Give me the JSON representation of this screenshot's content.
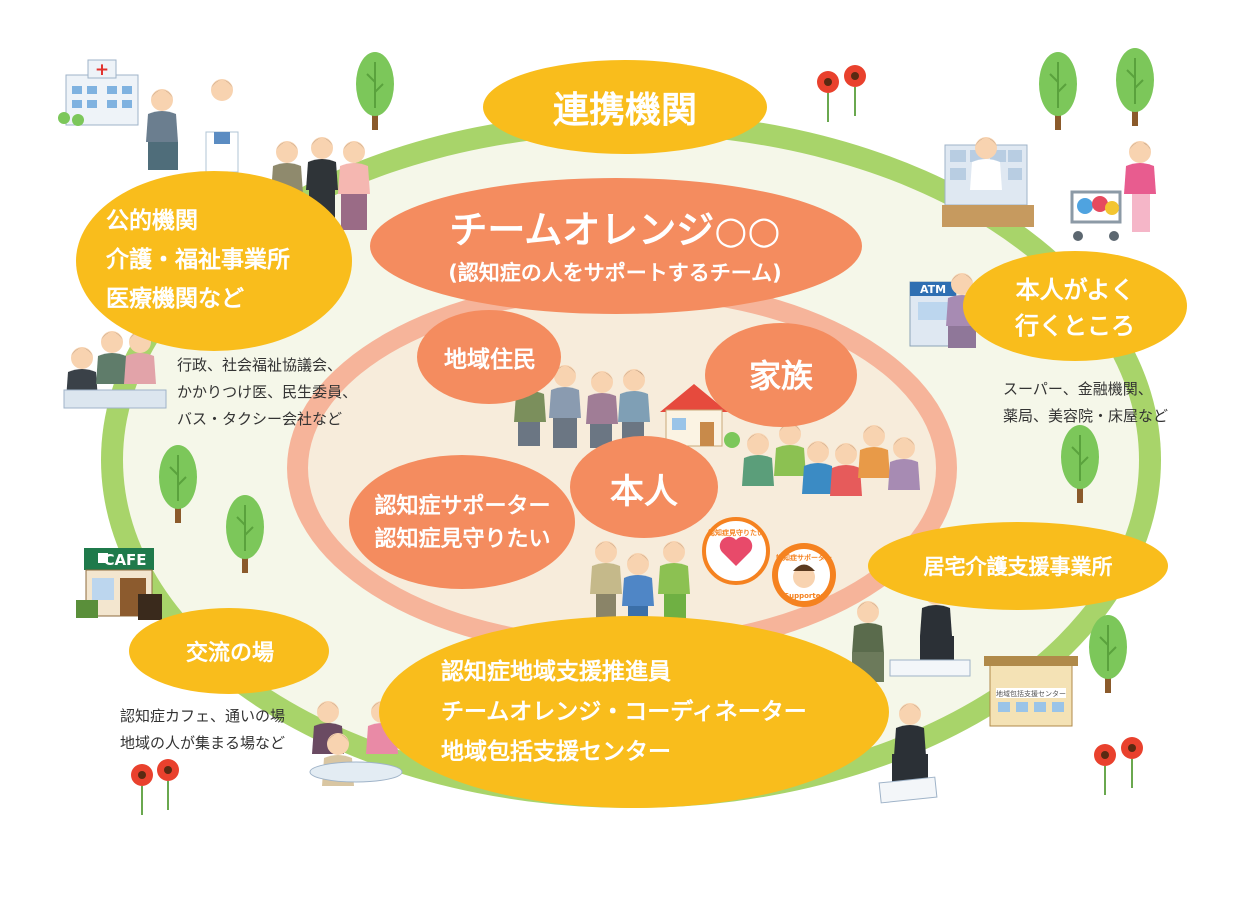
{
  "colors": {
    "ring": "#a8d46a",
    "field": "#f5f7e9",
    "team_ring": "#f6b49a",
    "inner_field": "#f7ecdb",
    "yellow": "#f9bd1c",
    "orange": "#f48c5f",
    "text_dark": "#333333"
  },
  "network_label": "連携機関",
  "team": {
    "title": "チームオレンジ○○",
    "subtitle": "(認知症の人をサポートするチーム)"
  },
  "core": {
    "honnin": "本人",
    "residents": "地域住民",
    "family": "家族",
    "supporters": "認知症サポーター\n認知症見守りたい"
  },
  "institutions": {
    "title": "公的機関\n介護・福祉事業所\n医療機関など",
    "note": "行政、社会福祉協議会、\nかかりつけ医、民生委員、\nバス・タクシー会社など"
  },
  "frequent_places": {
    "title": "本人がよく\n行くところ",
    "note": "スーパー、金融機関、\n薬局、美容院・床屋など"
  },
  "care_office": {
    "title": "居宅介護支援事業所"
  },
  "exchange": {
    "title": "交流の場",
    "note": "認知症カフェ、通いの場\n地域の人が集まる場など"
  },
  "coordinators": {
    "title": "認知症地域支援推進員\nチームオレンジ・コーディネーター\n地域包括支援センター"
  },
  "signs": {
    "hospital_cross": "+",
    "cafe": "CAFE",
    "atm": "ATM",
    "center_sign": "地域包括支援センター"
  },
  "badges": {
    "mimamori": "認知症見守りたい",
    "supporter": "認知症サポーター",
    "supporter_en": "Supporter"
  }
}
